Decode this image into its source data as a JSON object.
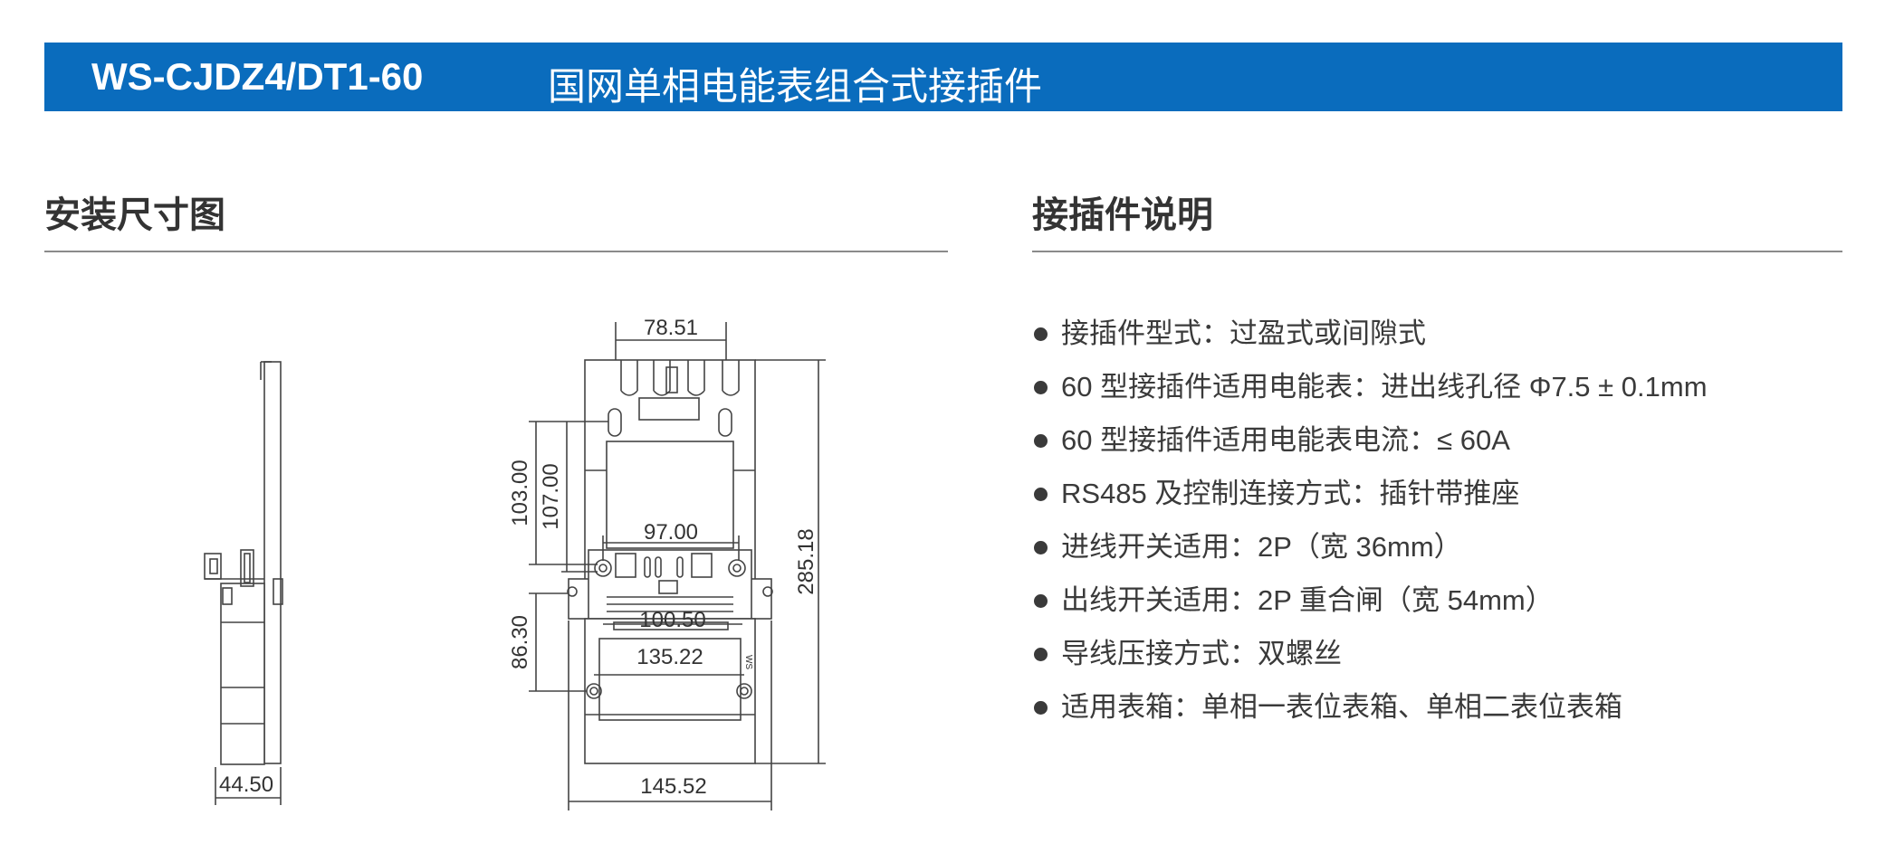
{
  "header": {
    "model": "WS-CJDZ4/DT1-60",
    "name": "国网单相电能表组合式接插件"
  },
  "sections": {
    "left_title": "安装尺寸图",
    "right_title": "接插件说明"
  },
  "drawing": {
    "dims": {
      "top_width": "78.51",
      "height_103": "103.00",
      "height_107": "107.00",
      "inner_width_97": "97.00",
      "width_100": "100.50",
      "height_86": "86.30",
      "width_135": "135.22",
      "total_height": "285.18",
      "total_width": "145.52",
      "side_depth": "44.50"
    },
    "mark": "WS"
  },
  "specs": [
    "接插件型式：过盈式或间隙式",
    "60 型接插件适用电能表：进出线孔径 Φ7.5 ± 0.1mm",
    "60 型接插件适用电能表电流：≤ 60A",
    "RS485 及控制连接方式：插针带推座",
    "进线开关适用：2P（宽 36mm）",
    "出线开关适用：2P 重合闸（宽 54mm）",
    "导线压接方式：双螺丝",
    "适用表箱：单相一表位表箱、单相二表位表箱"
  ]
}
